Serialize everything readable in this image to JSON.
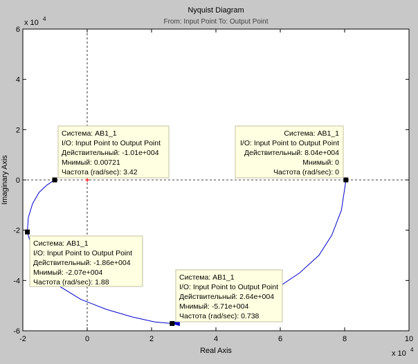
{
  "chart_data": {
    "type": "line",
    "title": "Nyquist Diagram",
    "subtitle": "From: Input Point  To: Output Point",
    "xlabel": "Real Axis",
    "ylabel": "Imaginary Axis",
    "x_exponent": "x 10",
    "x_exponent_power": "4",
    "y_exponent": "x 10",
    "y_exponent_power": "4",
    "xlim": [
      -2,
      10
    ],
    "ylim": [
      -6,
      6
    ],
    "x_ticks": [
      -2,
      0,
      2,
      4,
      6,
      8,
      10
    ],
    "y_ticks": [
      -6,
      -4,
      -2,
      0,
      2,
      4,
      6
    ],
    "grid": false,
    "series": [
      {
        "x": [
          8.04,
          7.9,
          7.6,
          7.2,
          6.6,
          5.9,
          5.0,
          4.0,
          3.2,
          2.64,
          2.1,
          1.4,
          0.6,
          -0.2,
          -0.9,
          -1.4,
          -1.7,
          -1.86,
          -1.83,
          -1.7,
          -1.5,
          -1.25,
          -1.01
        ],
        "y": [
          0,
          -1.2,
          -2.2,
          -3.0,
          -3.7,
          -4.3,
          -4.8,
          -5.2,
          -5.55,
          -5.71,
          -5.65,
          -5.45,
          -5.15,
          -4.75,
          -4.2,
          -3.5,
          -2.8,
          -2.07,
          -1.5,
          -0.95,
          -0.5,
          -0.2,
          0
        ]
      }
    ],
    "markers": [
      {
        "x": -1.01,
        "y": 7.2e-07
      },
      {
        "x": -1.86,
        "y": -2.07
      },
      {
        "x": 2.64,
        "y": -5.71
      },
      {
        "x": 8.04,
        "y": 0
      }
    ],
    "critical_point": {
      "x": -0.0001,
      "y": 0
    },
    "arrows": [
      {
        "x": 2.75,
        "y": -5.7
      }
    ],
    "line_color": "#0000cc",
    "datatips": [
      {
        "lines": [
          "Система: AB1_1",
          "I/O: Input Point to Output Point",
          "Действительный: -1.01e+004",
          "Мнимый: 0.00721",
          "Частота (rad/sec): 3.42"
        ],
        "align": "left"
      },
      {
        "lines": [
          "Система: AB1_1",
          "I/O: Input Point to Output Point",
          "Действительный: 8.04e+004",
          "Мнимый: 0",
          "Частота (rad/sec): 0"
        ],
        "align": "right"
      },
      {
        "lines": [
          "Система: AB1_1",
          "I/O: Input Point to Output Point",
          "Действительный: -1.86e+004",
          "Мнимый: -2.07e+004",
          "Частота (rad/sec): 1.88"
        ],
        "align": "left"
      },
      {
        "lines": [
          "Система: AB1_1",
          "I/O: Input Point to Output Point",
          "Действительный: 2.64e+004",
          "Мнимый: -5.71e+004",
          "Частота (rad/sec): 0.738"
        ],
        "align": "left"
      }
    ]
  }
}
